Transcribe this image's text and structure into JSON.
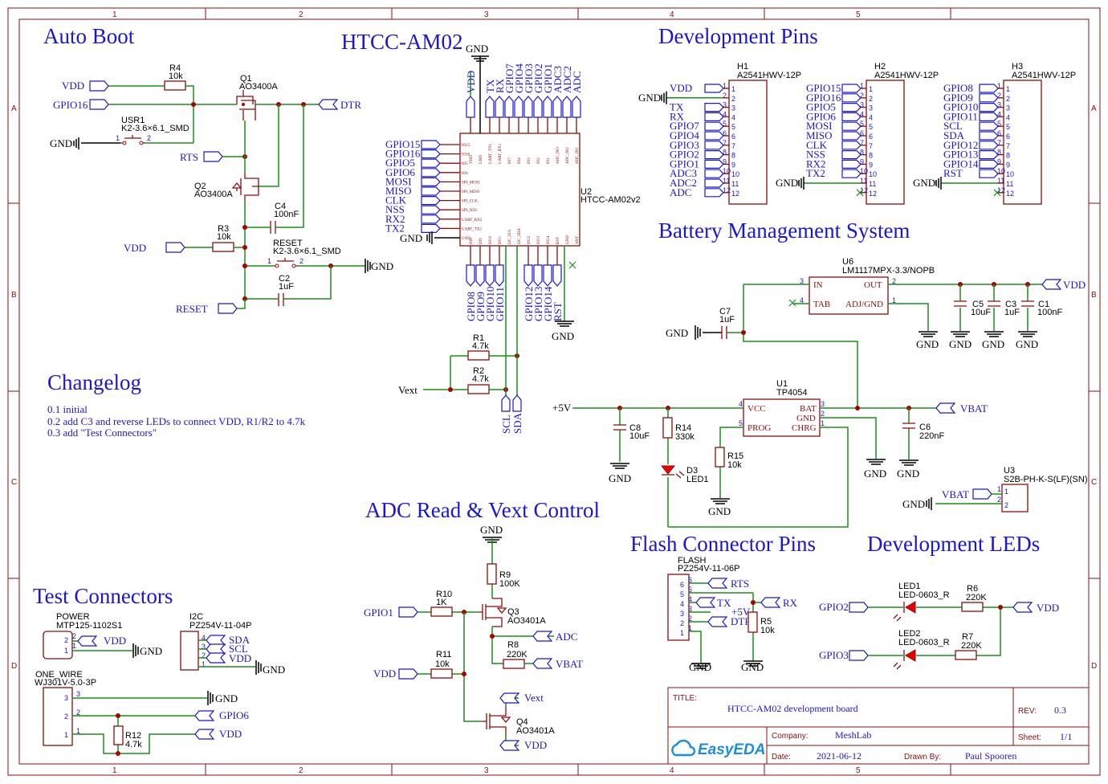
{
  "sections": {
    "auto_boot": "Auto Boot",
    "htcc": "HTCC-AM02",
    "dev_pins": "Development Pins",
    "bms": "Battery Management System",
    "changelog": "Changelog",
    "adc": "ADC Read & Vext Control",
    "flash": "Flash Connector Pins",
    "dev_leds": "Development LEDs",
    "test": "Test Connectors"
  },
  "changelog_lines": [
    "0.1 initial",
    "0.2 add C3 and reverse LEDs to connect VDD, R1/R2 to 4.7k",
    "0.3 add \"Test Connectors\""
  ],
  "frame": {
    "cols": [
      "1",
      "2",
      "3",
      "4",
      "5"
    ],
    "rows": [
      "A",
      "B",
      "C",
      "D"
    ]
  },
  "title_block": {
    "title_label": "TITLE:",
    "title": "HTCC-AM02 development board",
    "rev_label": "REV:",
    "rev": "0.3",
    "company_label": "Company:",
    "company": "MeshLab",
    "sheet_label": "Sheet:",
    "sheet": "1/1",
    "date_label": "Date:",
    "date": "2021-06-12",
    "drawn_label": "Drawn By:",
    "drawn": "Paul Spooren",
    "logo": "EasyEDA"
  },
  "auto_boot": {
    "vdd": "VDD",
    "gpio16": "GPIO16",
    "gnd": "GND",
    "rts": "RTS",
    "dtr": "DTR",
    "reset": "RESET",
    "r4": "R4",
    "r4v": "10k",
    "q1": "Q1",
    "q1v": "AO3400A",
    "usr1": "USR1",
    "usr1v": "K2-3.6×6.1_SMD",
    "q2": "Q2",
    "q2v": "AO3400A",
    "c4": "C4",
    "c4v": "100nF",
    "r3": "R3",
    "r3v": "10k",
    "rst": "RESET",
    "rstv": "K2-3.6×6.1_SMD",
    "c2": "C2",
    "c2v": "1uF"
  },
  "module": {
    "ref": "U2",
    "value": "HTCC-AM02v2",
    "gnd_top": "GND",
    "gnd_left": "GND",
    "gnd_bottom": "GND",
    "left_nets": [
      "GPIO15",
      "GPIO16",
      "GPIO5",
      "GPIO6",
      "MOSI",
      "MISO",
      "CLK",
      "NSS",
      "RX2",
      "TX2"
    ],
    "left_pins": [
      "IO15",
      "IO16",
      "IO5",
      "IO6",
      "SPI_MOSI",
      "SPI_MISO",
      "SPI_CLK",
      "SPI_NSS",
      "UART_RX2",
      "UART_TX2",
      "GND"
    ],
    "top_nets": [
      "VDD",
      "TX",
      "RX",
      "GPIO7",
      "GPIO4",
      "GPIO3",
      "GPIO2",
      "GPIO1",
      "ADC3",
      "ADC2",
      "ADC"
    ],
    "top_pins": [
      "VDD",
      "GND",
      "UART_TX1",
      "UART_RX1",
      "IO7",
      "IO4",
      "IO3",
      "IO2",
      "IO1",
      "ADC_IN3",
      "ADC_IN2",
      "ADC_IN1"
    ],
    "bottom_pins": [
      "IO8",
      "IO9",
      "IO10",
      "IO11",
      "I2C_SCL",
      "I2C_SDA",
      "IO12",
      "IO13",
      "IO14",
      "RST",
      "GND",
      "ANT"
    ],
    "bottom_nets_a": [
      "GPIO8",
      "GPIO9",
      "GPIO10",
      "GPIO11"
    ],
    "bottom_nets_b": [
      "GPIO12",
      "GPIO13",
      "GPIO14",
      "RST"
    ],
    "r1": "R1",
    "r1v": "4.7k",
    "r2": "R2",
    "r2v": "4.7k",
    "vext": "Vext",
    "scl": "SCL",
    "sda": "SDA"
  },
  "dev_pins": {
    "h1": {
      "ref": "H1",
      "value": "A2541HWV-12P",
      "nets": [
        "VDD",
        "GND",
        "TX",
        "RX",
        "GPIO7",
        "GPIO4",
        "GPIO3",
        "GPIO2",
        "GPIO1",
        "ADC3",
        "ADC2",
        "ADC"
      ]
    },
    "h2": {
      "ref": "H2",
      "value": "A2541HWV-12P",
      "nets": [
        "GPIO15",
        "GPIO16",
        "GPIO5",
        "GPIO6",
        "MOSI",
        "MISO",
        "CLK",
        "NSS",
        "RX2",
        "TX2",
        "GND"
      ]
    },
    "h3": {
      "ref": "H3",
      "value": "A2541HWV-12P",
      "nets": [
        "GPIO8",
        "GPIO9",
        "GPIO10",
        "GPIO11",
        "SCL",
        "SDA",
        "GPIO12",
        "GPIO13",
        "GPIO14",
        "RST",
        "GND"
      ]
    },
    "pins": [
      "1",
      "2",
      "3",
      "4",
      "5",
      "6",
      "7",
      "8",
      "9",
      "10",
      "11",
      "12"
    ]
  },
  "bms": {
    "u6": "U6",
    "u6v": "LM1117MPX-3.3/NOPB",
    "in": "IN",
    "out": "OUT",
    "tab": "TAB",
    "adj": "ADJ/GND",
    "p3": "3",
    "p2": "2",
    "p4": "4",
    "p1": "1",
    "vdd": "VDD",
    "gnd": "GND",
    "c7": "C7",
    "c7v": "1uF",
    "c5": "C5",
    "c5v": "10uF",
    "c3": "C3",
    "c3v": "1uF",
    "c1": "C1",
    "c1v": "100nF",
    "u1": "U1",
    "u1v": "TP4054",
    "vcc": "VCC",
    "prog": "PROG",
    "bat": "BAT",
    "gnd2": "GND",
    "chrg": "CHRG",
    "plus5v": "+5V",
    "vbat": "VBAT",
    "c8": "C8",
    "c8v": "10uF",
    "r14": "R14",
    "r14v": "330k",
    "d3": "D3",
    "d3v": "LED1",
    "r15": "R15",
    "r15v": "10k",
    "c6": "C6",
    "c6v": "220nF",
    "u3": "U3",
    "u3v": "S2B-PH-K-S(LF)(SN)"
  },
  "adc": {
    "gnd": "GND",
    "r9": "R9",
    "r9v": "100K",
    "q3": "Q3",
    "q3v": "AO3401A",
    "r10": "R10",
    "r10v": "1K",
    "gpio1": "GPIO1",
    "adc": "ADC",
    "r8": "R8",
    "r8v": "220K",
    "vbat": "VBAT",
    "r11": "R11",
    "r11v": "10k",
    "vdd": "VDD",
    "vext": "Vext",
    "q4": "Q4",
    "q4v": "AO3401A",
    "vdd2": "VDD"
  },
  "flash": {
    "ref": "FLASH",
    "value": "PZ254V-11-06P",
    "rts": "RTS",
    "tx": "TX",
    "plus5v": "+5V",
    "dtr": "DTR",
    "rx": "RX",
    "r5": "R5",
    "r5v": "10k",
    "gnd": "GND",
    "gnd2": "GND"
  },
  "leds": {
    "gpio2": "GPIO2",
    "gpio3": "GPIO3",
    "led1": "LED1",
    "led1v": "LED-0603_R",
    "led2": "LED2",
    "led2v": "LED-0603_R",
    "r6": "R6",
    "r6v": "220K",
    "r7": "R7",
    "r7v": "220K",
    "vdd": "VDD"
  },
  "test": {
    "power": "POWER",
    "powerv": "MTP125-1102S1",
    "i2c": "I2C",
    "i2cv": "PZ254V-11-04P",
    "vdd": "VDD",
    "gnd": "GND",
    "sda": "SDA",
    "scl": "SCL",
    "vdd2": "VDD",
    "gnd2": "GND",
    "ow": "ONE_WIRE",
    "owv": "WJ301V-5.0-3P",
    "gnd3": "GND",
    "gpio6": "GPIO6",
    "vdd3": "VDD",
    "r12": "R12",
    "r12v": "4.7k"
  },
  "colors": {
    "wire": "#1a8f1a",
    "component": "#8a0e0e",
    "net": "#1b17cf"
  }
}
